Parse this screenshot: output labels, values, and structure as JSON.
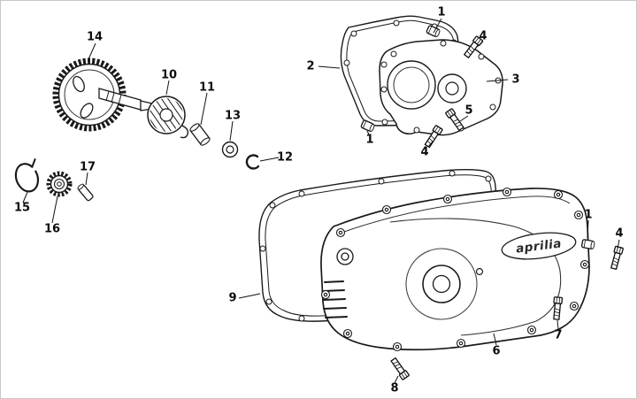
{
  "diagram": {
    "type": "exploded-parts-diagram",
    "subject": "engine transmission cover assembly",
    "brand_text": "aprilia",
    "labels": [
      {
        "text": "1"
      },
      {
        "text": "4"
      },
      {
        "text": "2"
      },
      {
        "text": "3"
      },
      {
        "text": "5"
      },
      {
        "text": "1"
      },
      {
        "text": "4"
      },
      {
        "text": "14"
      },
      {
        "text": "10"
      },
      {
        "text": "11"
      },
      {
        "text": "13"
      },
      {
        "text": "12"
      },
      {
        "text": "17"
      },
      {
        "text": "15"
      },
      {
        "text": "16"
      },
      {
        "text": "9"
      },
      {
        "text": "1"
      },
      {
        "text": "4"
      },
      {
        "text": "7"
      },
      {
        "text": "6"
      },
      {
        "text": "8"
      }
    ]
  }
}
